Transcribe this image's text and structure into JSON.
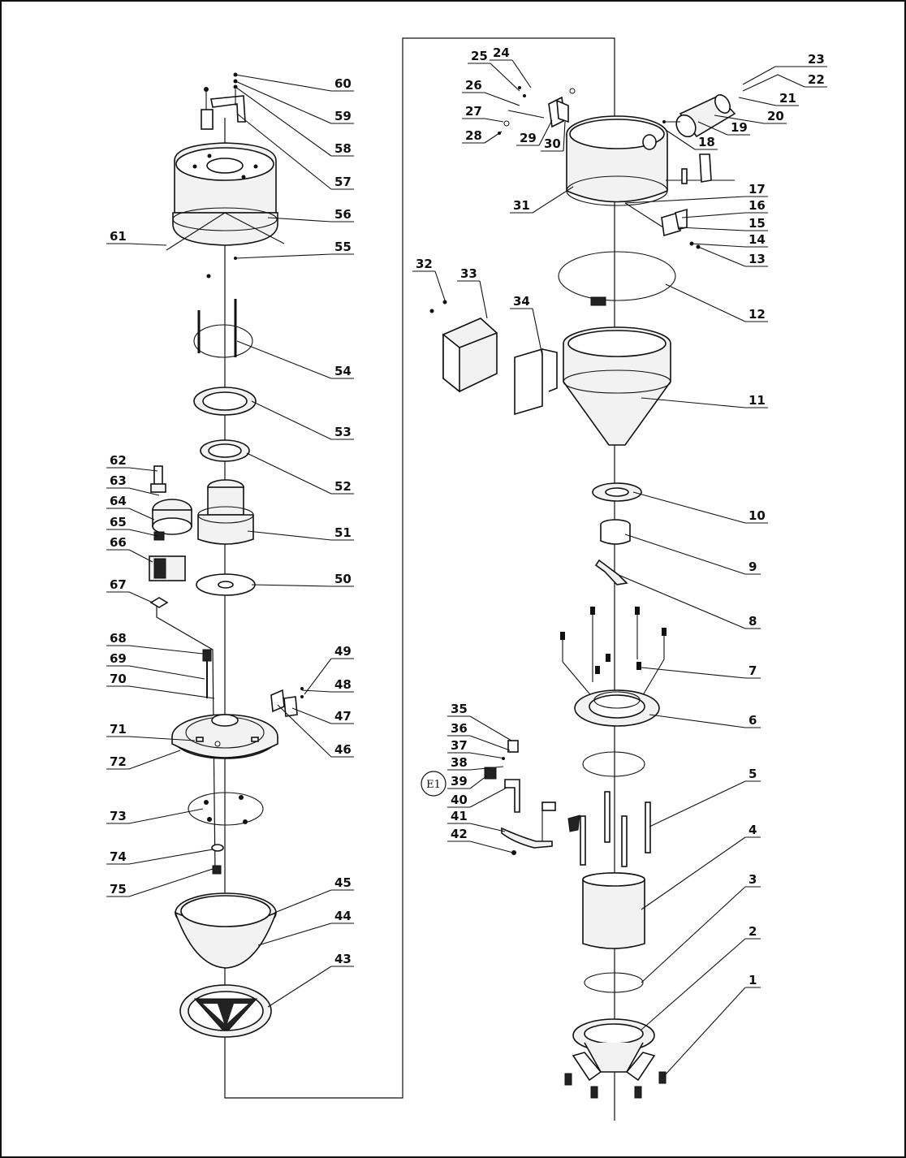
{
  "callouts": {
    "c1": "1",
    "c2": "2",
    "c3": "3",
    "c4": "4",
    "c5": "5",
    "c6": "6",
    "c7": "7",
    "c8": "8",
    "c9": "9",
    "c10": "10",
    "c11": "11",
    "c12": "12",
    "c13": "13",
    "c14": "14",
    "c15": "15",
    "c16": "16",
    "c17": "17",
    "c18": "18",
    "c19": "19",
    "c20": "20",
    "c21": "21",
    "c22": "22",
    "c23": "23",
    "c24": "24",
    "c25": "25",
    "c26": "26",
    "c27": "27",
    "c28": "28",
    "c29": "29",
    "c30": "30",
    "c31": "31",
    "c32": "32",
    "c33": "33",
    "c34": "34",
    "c35": "35",
    "c36": "36",
    "c37": "37",
    "c38": "38",
    "c39": "39",
    "c40": "40",
    "c41": "41",
    "c42": "42",
    "c43": "43",
    "c44": "44",
    "c45": "45",
    "c46": "46",
    "c47": "47",
    "c48": "48",
    "c49": "49",
    "c50": "50",
    "c51": "51",
    "c52": "52",
    "c53": "53",
    "c54": "54",
    "c55": "55",
    "c56": "56",
    "c57": "57",
    "c58": "58",
    "c59": "59",
    "c60": "60",
    "c61": "61",
    "c62": "62",
    "c63": "63",
    "c64": "64",
    "c65": "65",
    "c66": "66",
    "c67": "67",
    "c68": "68",
    "c69": "69",
    "c70": "70",
    "c71": "71",
    "c72": "72",
    "c73": "73",
    "c74": "74",
    "c75": "75"
  },
  "circle_marker": "E1"
}
